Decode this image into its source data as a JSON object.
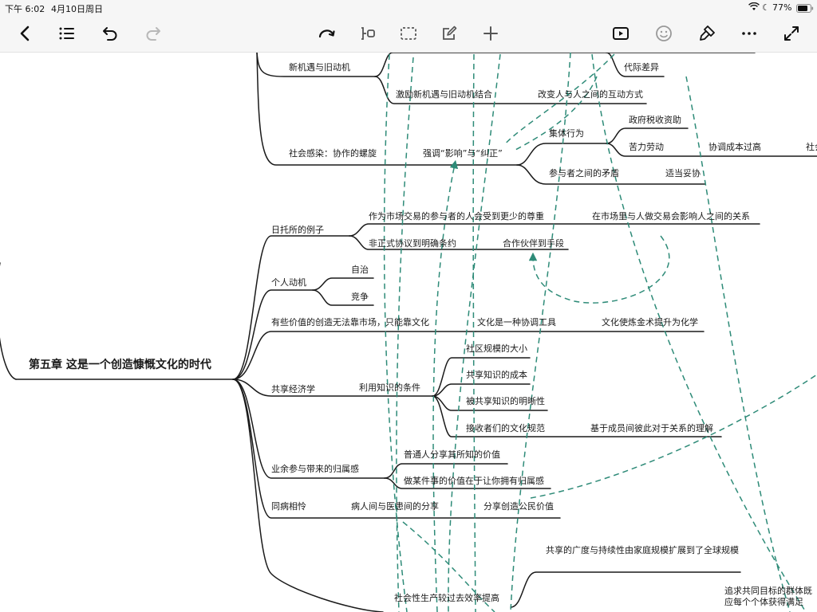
{
  "status": {
    "time": "下午 6:02",
    "date": "4月10日周日",
    "battery": "77%"
  },
  "toolbar": {
    "icons": [
      "back-icon",
      "outline-icon",
      "undo-icon",
      "redo-icon",
      "relationship-icon",
      "boundary-icon",
      "note-icon",
      "add-icon",
      "present-icon",
      "emoji-icon",
      "style-icon",
      "more-icon",
      "fullscreen-icon"
    ]
  },
  "colors": {
    "line": "#1a1a1a",
    "relation": "#2e8b78"
  },
  "map": {
    "root": "第五章  这是一个创造慷慨文化的时代",
    "n": {
      "jiyu": "新机遇与旧动机",
      "jili": "激励新机遇与旧动机结合",
      "gaibian": "改变人与人之间的互动方式",
      "daiji": "代际差异",
      "ganran": "社会感染：协作的螺旋",
      "qiangdiao": "强调“影响”与“纠正”",
      "jiti": "集体行为",
      "zhengfu": "政府税收资助",
      "kuli": "苦力劳动",
      "xietiao": "协调成本过高",
      "shehui_cut": "社会",
      "canyu": "参与者之间的矛盾",
      "tuoxie": "适当妥协",
      "rituo": "日托所的例子",
      "zunzhong": "作为市场交易的参与者的人会受到更少的尊重",
      "shichang": "在市场里与人做交易会影响人之间的关系",
      "feizhengshi": "非正式协议到明确条约",
      "hezuo": "合作伙伴到手段",
      "dongji": "个人动机",
      "zizhi": "自治",
      "jingzheng": "竞争",
      "jiazhi": "有些价值的创造无法靠市场，只能靠文化",
      "wenhua": "文化是一种协调工具",
      "lianjin": "文化使炼金术提升为化学",
      "gongxiang": "共享经济学",
      "liyong": "利用知识的条件",
      "guimo": "社区规模的大小",
      "chengben": "共享知识的成本",
      "mingxi": "被共享知识的明晰性",
      "guifan": "接收者们的文化规范",
      "lijie": "基于成员间彼此对于关系的理解",
      "yeyu": "业余参与带来的归属感",
      "putong": "普通人分享其所知的价值",
      "zuo": "做某件事的价值在于让你拥有归属感",
      "tongbing": "同病相怜",
      "bingren": "病人间与医患间的分享",
      "gongmin": "分享创造公民价值",
      "guangdu": "共享的广度与持续性由家庭规模扩展到了全球规模",
      "shengchan": "社会性生产较过去效率提高",
      "zhuiqiu": "追求共同目标的群体既应每个个体获得满足"
    }
  }
}
